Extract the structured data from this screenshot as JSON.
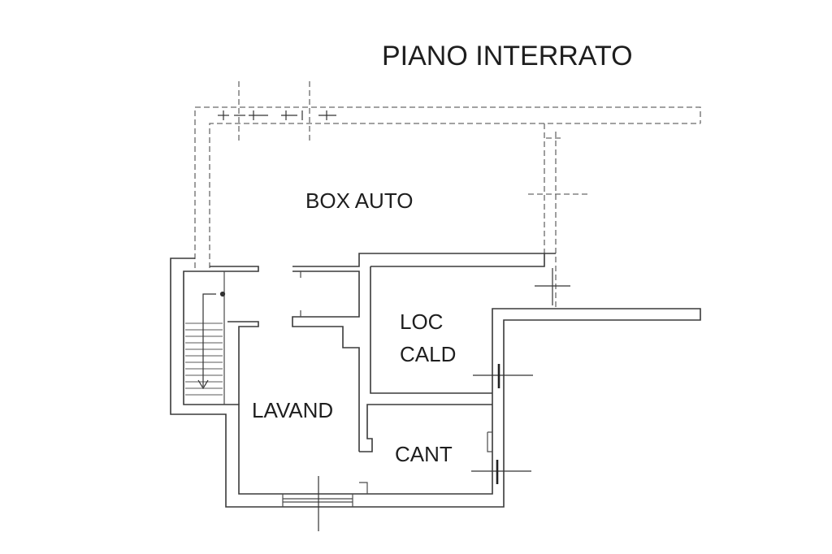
{
  "title": "PIANO INTERRATO",
  "rooms": {
    "box_auto": "BOX AUTO",
    "loc_cald_line1": "LOC",
    "loc_cald_line2": "CALD",
    "lavand": "LAVAND",
    "cant": "CANT"
  }
}
